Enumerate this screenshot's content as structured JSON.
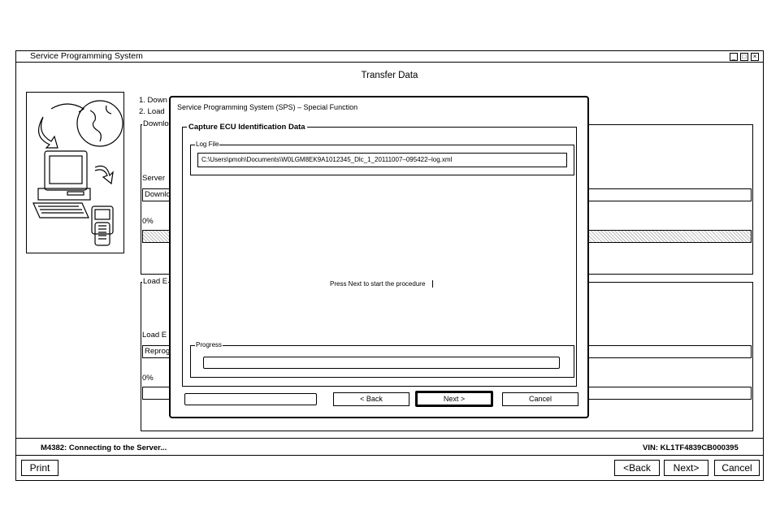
{
  "app": {
    "title": "Service Programming System",
    "heading": "Transfer Data",
    "window_controls": [
      "_",
      "□",
      "×"
    ]
  },
  "steps": [
    "1. Down",
    "2. Load"
  ],
  "download_group": {
    "label": "Downlo",
    "server_label": "Server",
    "field_value": "Downlo",
    "percent": "0%",
    "progress": 0
  },
  "load_group": {
    "label": "Load E",
    "field_label": "Load E",
    "field_value": "Reprog",
    "percent": "0%",
    "progress": 0
  },
  "dialog": {
    "title": "Service Programming System (SPS) – Special Function",
    "section_title": "Capture ECU Identification Data",
    "log_file_label": "Log File",
    "log_file_path": "C:\\Users\\pmoh\\Documents\\W0LGM8EK9A1012345_Dlc_1_20111007–095422–log.xml",
    "message": "Press Next to start the procedure",
    "progress_label": "Progress",
    "progress": 0,
    "buttons": {
      "back": "< Back",
      "next": "Next >",
      "cancel": "Cancel"
    }
  },
  "status": {
    "message": "M4382: Connecting to the Server...",
    "vin": "VIN: KL1TF4839CB000395"
  },
  "bottom_buttons": {
    "print": "Print",
    "back": "<Back",
    "next": "Next>",
    "cancel": "Cancel"
  }
}
